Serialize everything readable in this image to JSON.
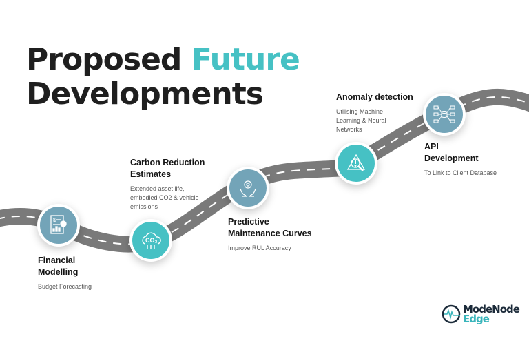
{
  "title": {
    "line1": "Proposed",
    "accent": "Future",
    "line2": "Developments"
  },
  "milestones": [
    {
      "title_l1": "Financial",
      "title_l2": "Modelling",
      "desc": "Budget Forecasting",
      "icon": "financial-report-icon"
    },
    {
      "title_l1": "Carbon Reduction",
      "title_l2": "Estimates",
      "desc": "Extended asset life, embodied CO2 & vehicle emissions",
      "icon": "co2-cloud-icon",
      "co2": "CO₂"
    },
    {
      "title_l1": "Predictive",
      "title_l2": "Maintenance Curves",
      "desc": "Improve RUL Accuracy",
      "icon": "gear-hands-icon"
    },
    {
      "title_l1": "Anomaly detection",
      "desc": "Utilising Machine Learning & Neural Networks",
      "icon": "warning-magnifier-icon"
    },
    {
      "title_l1": "API",
      "title_l2": "Development",
      "desc": "To Link to Client Database",
      "icon": "network-database-icon"
    }
  ],
  "logo": {
    "line1": "ModeNode",
    "line2": "Edge"
  },
  "colors": {
    "teal": "#46c1c4",
    "blue": "#73a4b8",
    "road": "#777777",
    "dark": "#1f1f1f"
  }
}
